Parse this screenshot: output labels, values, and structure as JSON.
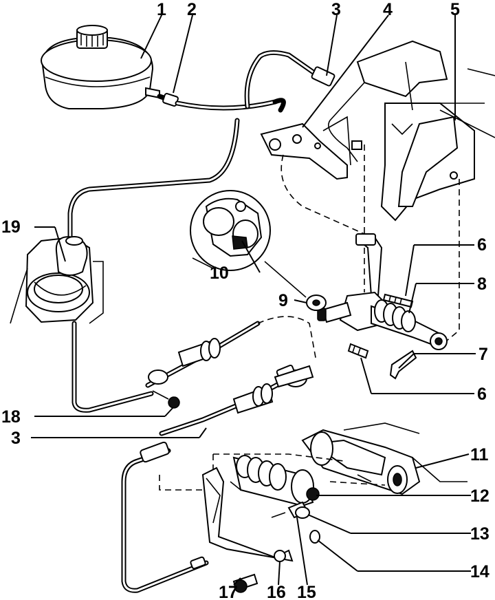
{
  "diagram": {
    "callouts": [
      {
        "id": "c1",
        "label": "1"
      },
      {
        "id": "c2",
        "label": "2"
      },
      {
        "id": "c3a",
        "label": "3"
      },
      {
        "id": "c4",
        "label": "4"
      },
      {
        "id": "c5",
        "label": "5"
      },
      {
        "id": "c6a",
        "label": "6"
      },
      {
        "id": "c8",
        "label": "8"
      },
      {
        "id": "c9",
        "label": "9"
      },
      {
        "id": "c10",
        "label": "10"
      },
      {
        "id": "c19",
        "label": "19"
      },
      {
        "id": "c7",
        "label": "7"
      },
      {
        "id": "c6b",
        "label": "6"
      },
      {
        "id": "c18",
        "label": "18"
      },
      {
        "id": "c3b",
        "label": "3"
      },
      {
        "id": "c11",
        "label": "11"
      },
      {
        "id": "c12",
        "label": "12"
      },
      {
        "id": "c13",
        "label": "13"
      },
      {
        "id": "c14",
        "label": "14"
      },
      {
        "id": "c17",
        "label": "17"
      },
      {
        "id": "c16",
        "label": "16"
      },
      {
        "id": "c15",
        "label": "15"
      }
    ]
  }
}
